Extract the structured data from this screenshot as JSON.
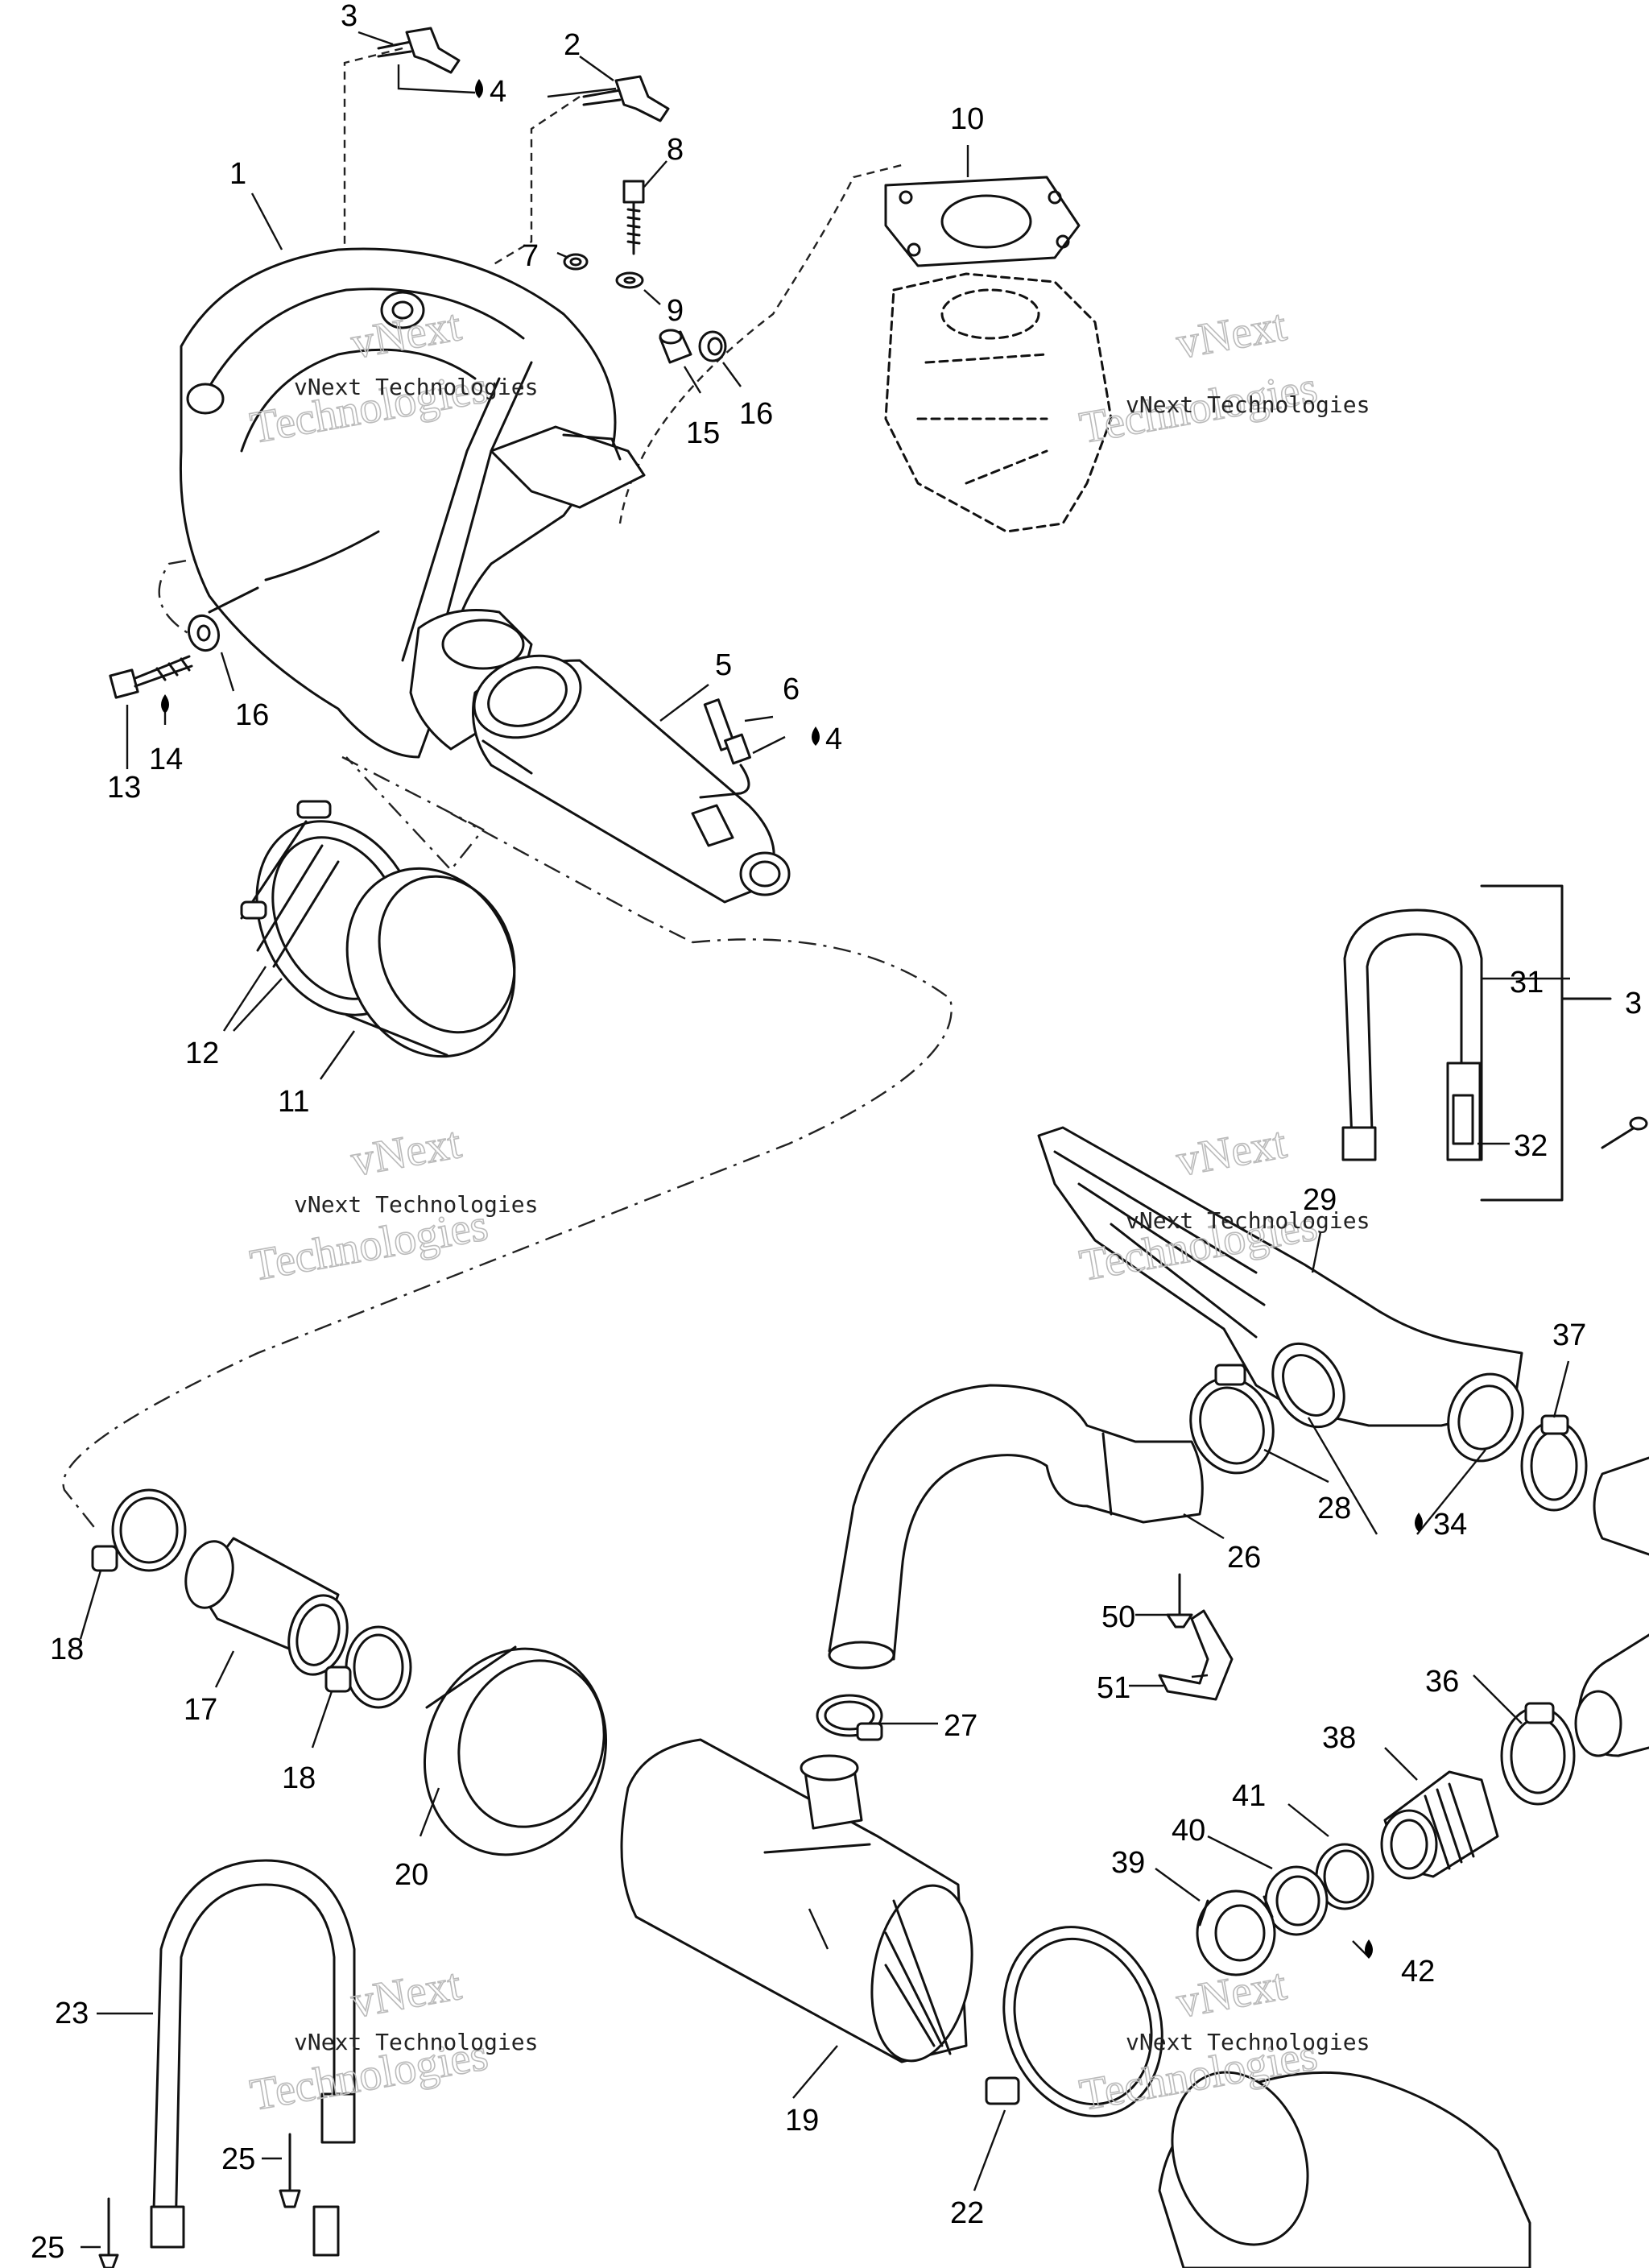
{
  "callouts": {
    "c1": "1",
    "c2": "2",
    "c3": "3",
    "c4a": "4",
    "c4b": "4",
    "c5": "5",
    "c6": "6",
    "c7": "7",
    "c8": "8",
    "c9": "9",
    "c10": "10",
    "c11": "11",
    "c12": "12",
    "c13": "13",
    "c14": "14",
    "c15": "15",
    "c16a": "16",
    "c16b": "16",
    "c17": "17",
    "c18a": "18",
    "c18b": "18",
    "c19": "19",
    "c20": "20",
    "c22": "22",
    "c23": "23",
    "c25a": "25",
    "c25b": "25",
    "c26": "26",
    "c27": "27",
    "c28": "28",
    "c29": "29",
    "c30": "3",
    "c31": "31",
    "c32": "32",
    "c34": "34",
    "c36": "36",
    "c37": "37",
    "c38": "38",
    "c39": "39",
    "c40": "40",
    "c41": "41",
    "c42": "42",
    "c50": "50",
    "c51": "51"
  },
  "watermark": {
    "line1": "vNext",
    "line2": "Technologies",
    "small": "vNext Technologies"
  },
  "icons": {
    "drop": "sealant-drop-icon"
  }
}
